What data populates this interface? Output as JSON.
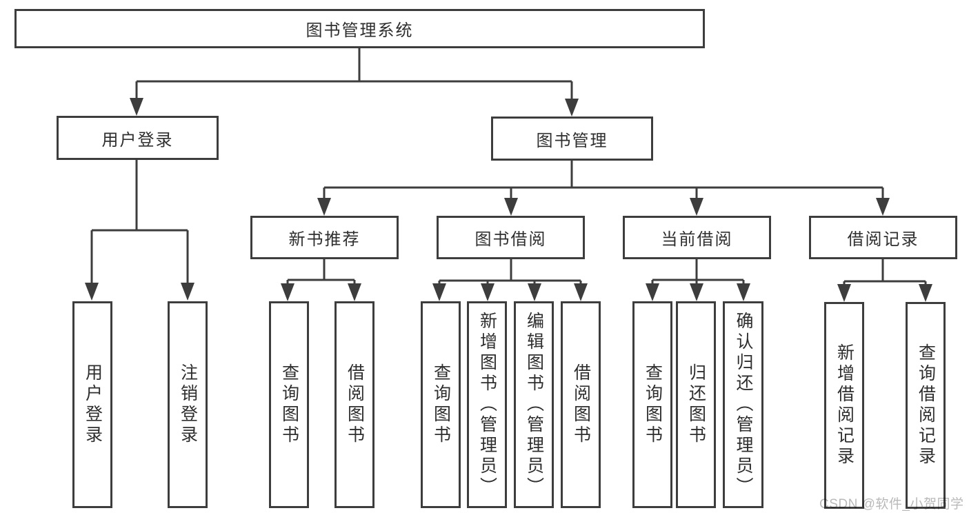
{
  "diagram": {
    "title_hint": "library management system functional structure diagram",
    "colors": {
      "line": "#3d3d3d",
      "box_border": "#3d3d3d",
      "text": "#2e2e2e",
      "background": "#ffffff",
      "watermark": "#b9b9b9"
    },
    "tree": {
      "label": "图书管理系统",
      "children": [
        {
          "label": "用户登录",
          "children": [
            {
              "label": "用户登录"
            },
            {
              "label": "注销登录"
            }
          ]
        },
        {
          "label": "图书管理",
          "children": [
            {
              "label": "新书推荐",
              "children": [
                {
                  "label": "查询图书"
                },
                {
                  "label": "借阅图书"
                }
              ]
            },
            {
              "label": "图书借阅",
              "children": [
                {
                  "label": "查询图书"
                },
                {
                  "label": "新增图书（管理员）"
                },
                {
                  "label": "编辑图书（管理员）"
                },
                {
                  "label": "借阅图书"
                }
              ]
            },
            {
              "label": "当前借阅",
              "children": [
                {
                  "label": "查询图书"
                },
                {
                  "label": "归还图书"
                },
                {
                  "label": "确认归还（管理员）"
                }
              ]
            },
            {
              "label": "借阅记录",
              "children": [
                {
                  "label": "新增借阅记录"
                },
                {
                  "label": "查询借阅记录"
                }
              ]
            }
          ]
        }
      ]
    },
    "watermark": "CSDN @软件_小贺同学"
  }
}
